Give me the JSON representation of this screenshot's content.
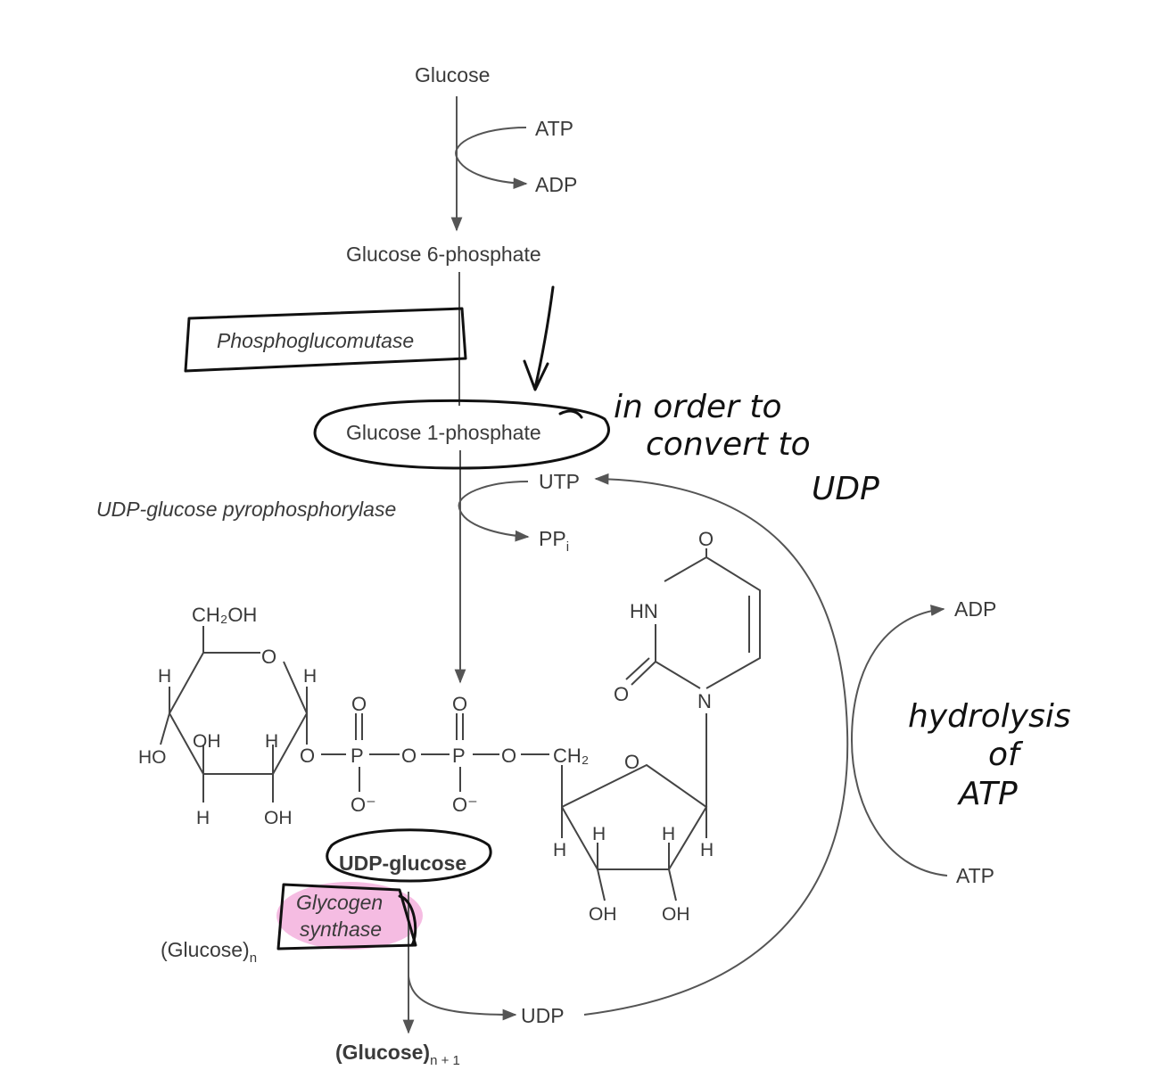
{
  "pathway": {
    "glucose": "Glucose",
    "atp_1": "ATP",
    "adp_1": "ADP",
    "glucose6p": "Glucose 6-phosphate",
    "enzyme_mutase": "Phosphoglucomutase",
    "glucose1p": "Glucose 1-phosphate",
    "utp": "UTP",
    "enzyme_pyro": "UDP-glucose pyrophosphorylase",
    "pp": "PP",
    "pp_sub": "i",
    "udp_glucose": "UDP-glucose",
    "enzyme_synthase_1": "Glycogen",
    "enzyme_synthase_2": "synthase",
    "glucose_n": "(Glucose)",
    "glucose_n_sub": "n",
    "udp": "UDP",
    "glucose_n1": "(Glucose)",
    "glucose_n1_sub": "n + 1",
    "adp_2": "ADP",
    "atp_2": "ATP"
  },
  "molecule": {
    "ch2oh": "CH₂OH",
    "o_ring": "O",
    "h1": "H",
    "h2": "H",
    "h3": "H",
    "h4": "H",
    "ho": "HO",
    "oh1": "OH",
    "oh2": "OH",
    "o_link1": "O",
    "p1": "P",
    "o_link2": "O",
    "p2": "P",
    "o_link3": "O",
    "ch2": "CH₂",
    "o_top1": "O",
    "o_top2": "O",
    "o_minus1": "O⁻",
    "o_minus2": "O⁻",
    "ribose_o": "O",
    "rh1": "H",
    "rh2": "H",
    "rh3": "H",
    "rh4": "H",
    "roh1": "OH",
    "roh2": "OH",
    "uracil_o_top": "O",
    "uracil_hn": "HN",
    "uracil_o_left": "O",
    "uracil_n": "N"
  },
  "annotations": {
    "note1_line1": "in order to",
    "note1_line2": "convert to",
    "note1_line3": "UDP",
    "note2_line1": "hydrolysis",
    "note2_line2": "of",
    "note2_line3": "ATP"
  },
  "colors": {
    "highlight": "#f2a6d8",
    "ink": "#111111",
    "print": "#3a3a3a"
  }
}
